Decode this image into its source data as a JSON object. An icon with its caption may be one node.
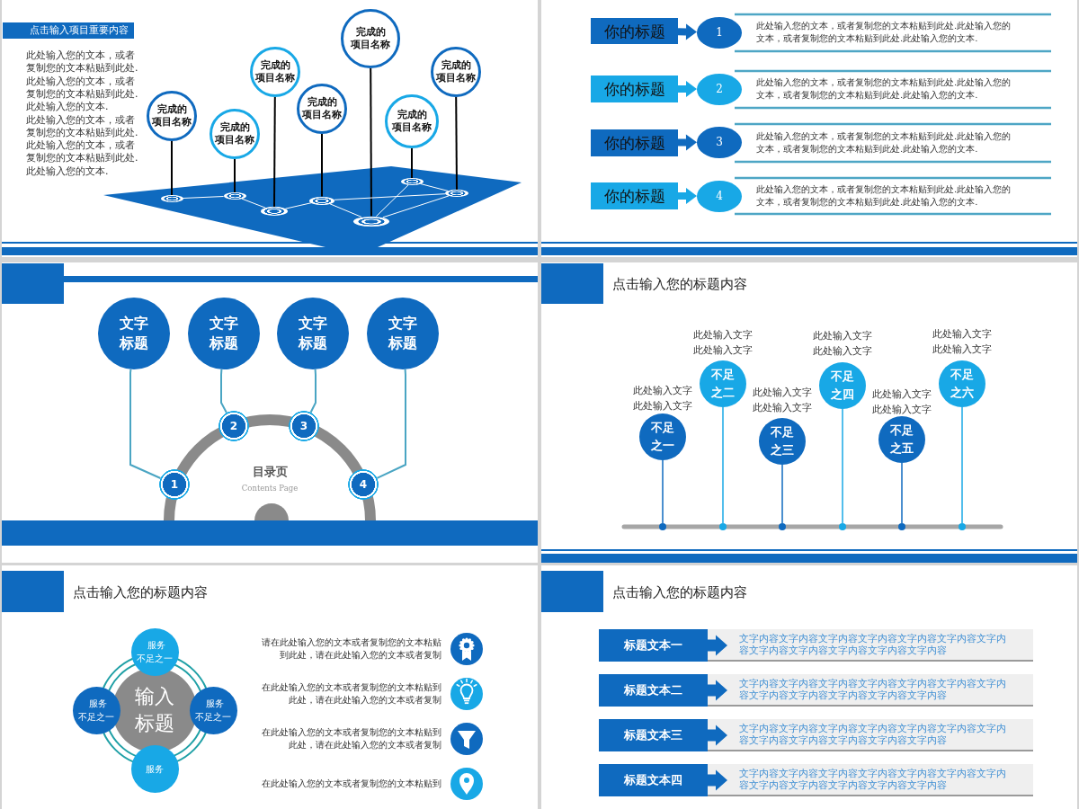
{
  "diagram": {
    "nodes": [
      {
        "text": [
          "点击输入项目重要内容"
        ]
      },
      {
        "text": [
          "完成的项目名称"
        ]
      },
      {
        "text": [
          "完成的项目名称"
        ]
      },
      {
        "text": [
          "完成的项目名称"
        ]
      },
      {
        "text": [
          "完成的项目名称"
        ]
      },
      {
        "text": [
          "完成的项目名称"
        ]
      },
      {
        "text": [
          "完成的项目名称"
        ]
      },
      {
        "text": [
          "完成的项目名称"
        ]
      },
      {
        "text": [],
        "shape": "ellipse"
      },
      {
        "text": [],
        "shape": "ellipse"
      },
      {
        "text": [],
        "shape": "ellipse"
      },
      {
        "text": [],
        "shape": "ellipse"
      },
      {
        "text": [],
        "shape": "ellipse"
      },
      {
        "text": [],
        "shape": "ellipse"
      },
      {
        "text": [],
        "shape": "ellipse"
      },
      {
        "text": [
          "你的标题"
        ]
      },
      {
        "text": [
          "1"
        ]
      },
      {
        "text": [
          "你的标题"
        ]
      },
      {
        "text": [
          "2"
        ]
      },
      {
        "text": [
          "你的标题"
        ]
      },
      {
        "text": [
          "3"
        ]
      },
      {
        "text": [
          "你的标题"
        ]
      },
      {
        "text": [
          "4"
        ]
      },
      {
        "text": [
          "文字标题"
        ]
      },
      {
        "text": [
          "文字标题"
        ]
      },
      {
        "text": [
          "文字标题"
        ]
      },
      {
        "text": [
          "文字标题"
        ]
      },
      {
        "text": [
          "1"
        ]
      },
      {
        "text": [
          "2"
        ]
      },
      {
        "text": [
          "3"
        ]
      },
      {
        "text": [
          "4"
        ]
      },
      {
        "text": [
          "不足之一"
        ],
        "beside": [
          "此处输入文字此处输入文字"
        ]
      },
      {
        "text": [
          "不足之二"
        ],
        "beside": [
          "此处输入文字此处输入文字"
        ]
      },
      {
        "text": [
          "不足之三"
        ],
        "beside": [
          "此处输入文字此处输入文字"
        ]
      },
      {
        "text": [
          "不足之四"
        ],
        "beside": [
          "此处输入文字此处输入文字"
        ]
      },
      {
        "text": [
          "不足之五"
        ],
        "beside": [
          "此处输入文字此处输入文字"
        ]
      },
      {
        "text": [
          "不足之六"
        ],
        "beside": [
          "此处输入文字此处输入文字"
        ]
      },
      {
        "text": [],
        "shape": "circle"
      },
      {
        "text": [],
        "shape": "circle"
      },
      {
        "text": [],
        "shape": "circle"
      },
      {
        "text": [],
        "shape": "circle"
      },
      {
        "text": [],
        "shape": "circle"
      },
      {
        "text": [],
        "shape": "circle"
      },
      {
        "text": [
          "服务不足之一"
        ]
      },
      {
        "text": [
          "服务不足之一"
        ]
      },
      {
        "text": [
          "输入标题"
        ]
      },
      {
        "text": [
          "服务不足之一"
        ]
      },
      {
        "text": [
          "服务"
        ]
      },
      {
        "text": [
          "标题文本一"
        ]
      },
      {
        "text": [
          "文字内容文字内容文字内容文字内容文字内容文字内容文字内容文字内容文字内容文字内容文字内容文字内容"
        ]
      },
      {
        "text": [
          "标题文本二"
        ]
      },
      {
        "text": [
          "文字内容文字内容文字内容文字内容文字内容文字内容文字内容文字内容文字内容文字内容文字内容文字内容"
        ]
      },
      {
        "text": [
          "标题文本三"
        ]
      },
      {
        "text": [
          "文字内容文字内容文字内容文字内容文字内容文字内容文字内容文字内容文字内容文字内容文字内容文字内容"
        ]
      },
      {
        "text": [
          "标题文本四"
        ]
      },
      {
        "text": [
          "文字内容文字内容文字内容文字内容文字内容文字内容文字内容文字内容文字内容文字内容文字内容文字内容"
        ]
      }
    ],
    "edges": [
      {
        "from": 1,
        "to": 8,
        "arrow": "none",
        "color": "#000000"
      },
      {
        "from": 2,
        "to": 9,
        "arrow": "none",
        "color": "#000000"
      },
      {
        "from": 3,
        "to": 10,
        "arrow": "none",
        "color": "#000000"
      },
      {
        "from": 4,
        "to": 11,
        "arrow": "none",
        "color": "#000000"
      },
      {
        "from": 5,
        "to": 12,
        "arrow": "none",
        "color": "#000000"
      },
      {
        "from": 6,
        "to": 13,
        "arrow": "none",
        "color": "#000000"
      },
      {
        "from": 7,
        "to": 14,
        "arrow": "none",
        "color": "#000000"
      },
      {
        "from": 8,
        "to": 9,
        "arrow": "none",
        "color": "#ffffff"
      },
      {
        "from": 9,
        "to": 10,
        "arrow": "none",
        "color": "#ffffff"
      },
      {
        "from": 10,
        "to": 11,
        "arrow": "none",
        "color": "#ffffff"
      },
      {
        "from": 11,
        "to": 12,
        "arrow": "none",
        "color": "#ffffff"
      },
      {
        "from": 11,
        "to": 14,
        "arrow": "none",
        "color": "#ffffff"
      },
      {
        "from": 12,
        "to": 13,
        "arrow": "none",
        "color": "#ffffff"
      },
      {
        "from": 12,
        "to": 14,
        "arrow": "none",
        "color": "#ffffff"
      },
      {
        "from": 13,
        "to": 14,
        "arrow": "none",
        "color": "#ffffff"
      },
      {
        "from": 15,
        "to": 16,
        "arrow": "to",
        "style": "thick",
        "color": "#0f6abf"
      },
      {
        "from": 17,
        "to": 18,
        "arrow": "to",
        "style": "thick",
        "color": "#18a8e6"
      },
      {
        "from": 19,
        "to": 20,
        "arrow": "to",
        "style": "thick",
        "color": "#0f6abf"
      },
      {
        "from": 21,
        "to": 22,
        "arrow": "to",
        "style": "thick",
        "color": "#18a8e6"
      },
      {
        "from": 23,
        "to": 27,
        "arrow": "none",
        "color": "#4aa5c3"
      },
      {
        "from": 24,
        "to": 28,
        "arrow": "none",
        "color": "#4aa5c3"
      },
      {
        "from": 25,
        "to": 29,
        "arrow": "none",
        "color": "#4aa5c3"
      },
      {
        "from": 26,
        "to": 30,
        "arrow": "none",
        "color": "#4aa5c3"
      },
      {
        "from": 31,
        "to": 37,
        "arrow": "none",
        "color": "#0f6abf"
      },
      {
        "from": 32,
        "to": 38,
        "arrow": "none",
        "color": "#18a8e6"
      },
      {
        "from": 33,
        "to": 39,
        "arrow": "none",
        "color": "#0f6abf"
      },
      {
        "from": 34,
        "to": 40,
        "arrow": "none",
        "color": "#18a8e6"
      },
      {
        "from": 35,
        "to": 41,
        "arrow": "none",
        "color": "#0f6abf"
      },
      {
        "from": 36,
        "to": 42,
        "arrow": "none",
        "color": "#18a8e6"
      }
    ],
    "labels": [
      "此处输入您的文本，或者复制您的文本粘贴到此处.此处输入您的文本，或者复制您的文本粘贴到此处.此处输入您的文本.",
      "此处输入您的文本，或者复制您的文本粘贴到此处.此处输入您的文本，或者复制您的文本粘贴到此处.此处输入您的文本.",
      "此处输入您的文本，或者复制您的文本粘贴到此处.此处输入您的文本，或者复制您的文本粘贴到此处.此处输入您的文本.",
      "此处输入您的文本，或者复制您的文本粘贴到此处.此处输入您的文本，或者复制您的文本粘贴到此处.此处输入您的文本.",
      "此处输入您的文本，或者复制您的文本粘贴到此处.此处输入您的文本，或者复制您的文本粘贴到此处.此处输入您的文本.",
      "此处输入您的文本，或者复制您的文本粘贴到此处.此处输入您的文本，或者复制您的文本粘贴到此处.此处输入您的文本.",
      "目录页",
      "Contents Page",
      "点击输入您的标题内容",
      "点击输入您的标题内容",
      "请在此处输入您的文本或者复制您的文本粘贴到此处，请在此处输入您的文本或者复制",
      "在此处输入您的文本或者复制您的文本粘贴到此处，请在此处输入您的文本或者复制",
      "在此处输入您的文本或者复制您的文本粘贴到此处，请在此处输入您的文本或者复制",
      "在此处输入您的文本或者复制您的文本粘贴到",
      "点击输入您的标题内容"
    ]
  }
}
